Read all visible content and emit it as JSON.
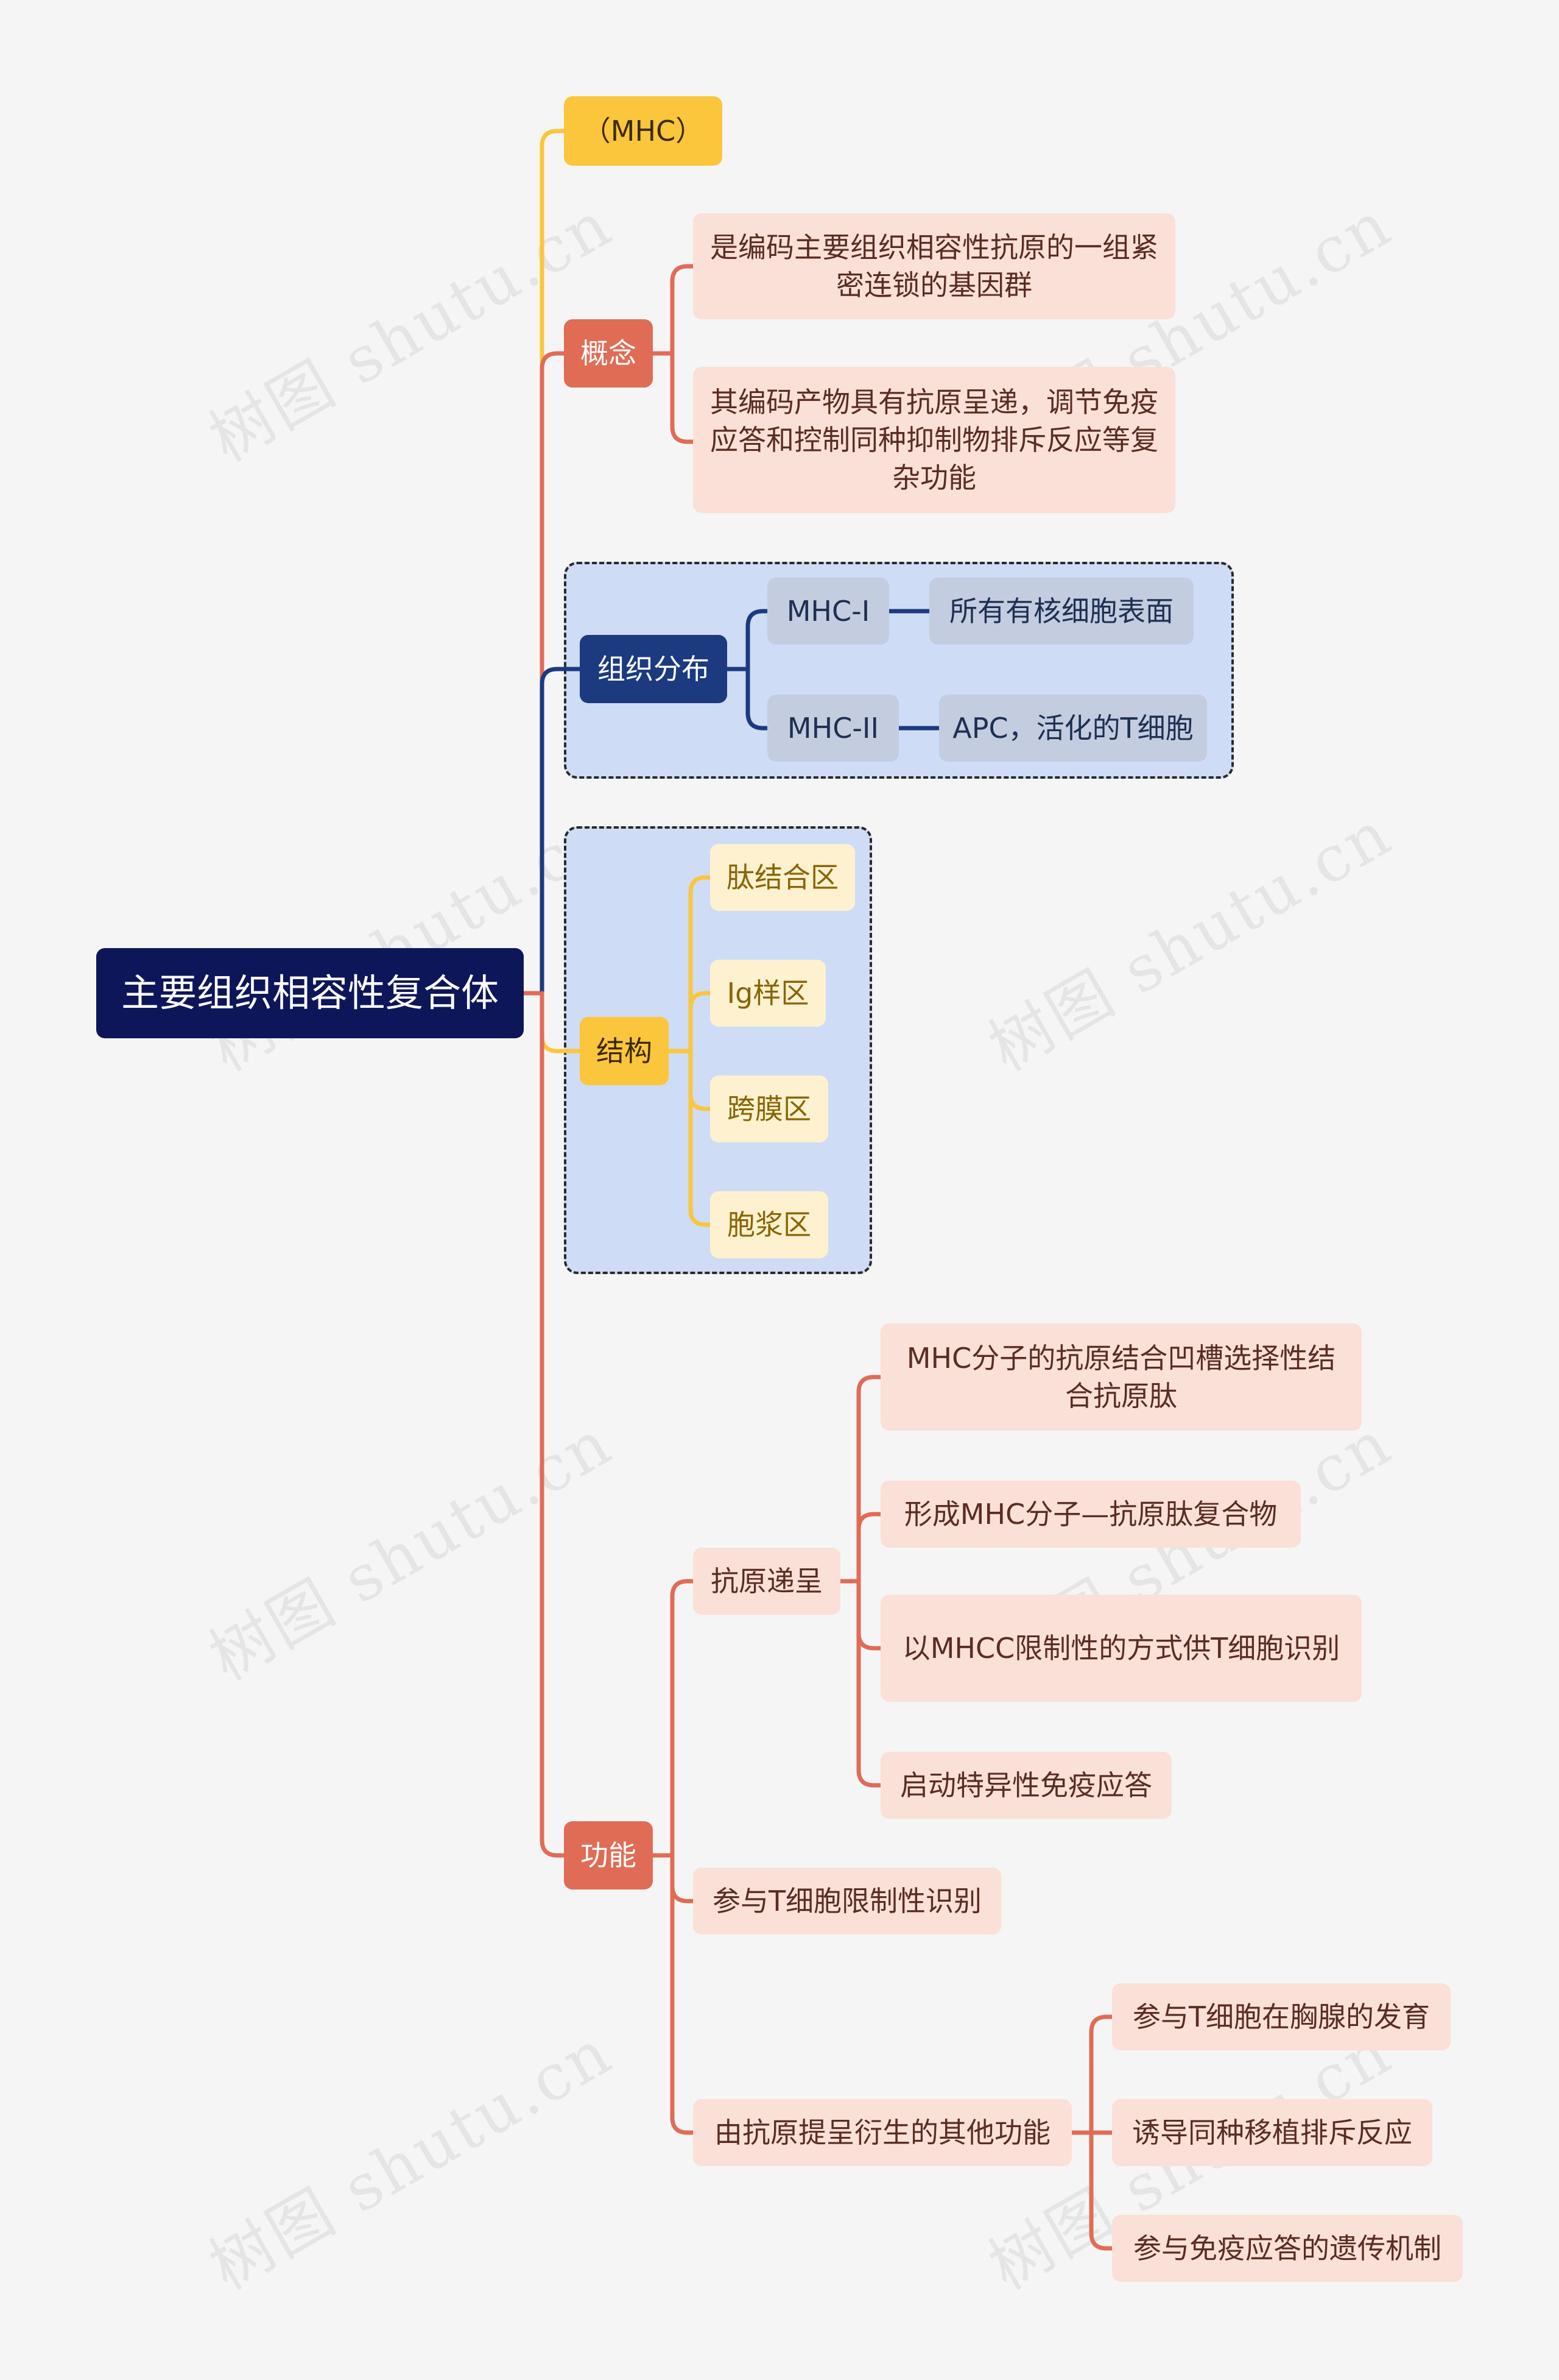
{
  "root": "主要组织相容性复合体",
  "branches": {
    "mhc": "（MHC）",
    "concept": {
      "label": "概念",
      "items": [
        "是编码主要组织相容性抗原的一组紧密连锁的基因群",
        "其编码产物具有抗原呈递，调节免疫应答和控制同种抑制物排斥反应等复杂功能"
      ]
    },
    "distribution": {
      "label": "组织分布",
      "items": [
        {
          "type": "MHC-I",
          "desc": "所有有核细胞表面"
        },
        {
          "type": "MHC-II",
          "desc": "APC，活化的T细胞"
        }
      ]
    },
    "structure": {
      "label": "结构",
      "items": [
        "肽结合区",
        "Ig样区",
        "跨膜区",
        "胞浆区"
      ]
    },
    "function": {
      "label": "功能",
      "antigen": {
        "label": "抗原递呈",
        "items": [
          "MHC分子的抗原结合凹槽选择性结合抗原肽",
          "形成MHC分子—抗原肽复合物",
          "以MHCC限制性的方式供T细胞识别",
          "启动特异性免疫应答"
        ]
      },
      "restriction": "参与T细胞限制性识别",
      "derived": {
        "label": "由抗原提呈衍生的其他功能",
        "items": [
          "参与T细胞在胸腺的发育",
          "诱导同种移植排斥反应",
          "参与免疫应答的遗传机制"
        ]
      }
    }
  },
  "watermark": "树图 shutu.cn",
  "colors": {
    "root": "#0c1659",
    "yellow": "#fbc63c",
    "red": "#e06c55",
    "blue": "#1b3a80"
  }
}
